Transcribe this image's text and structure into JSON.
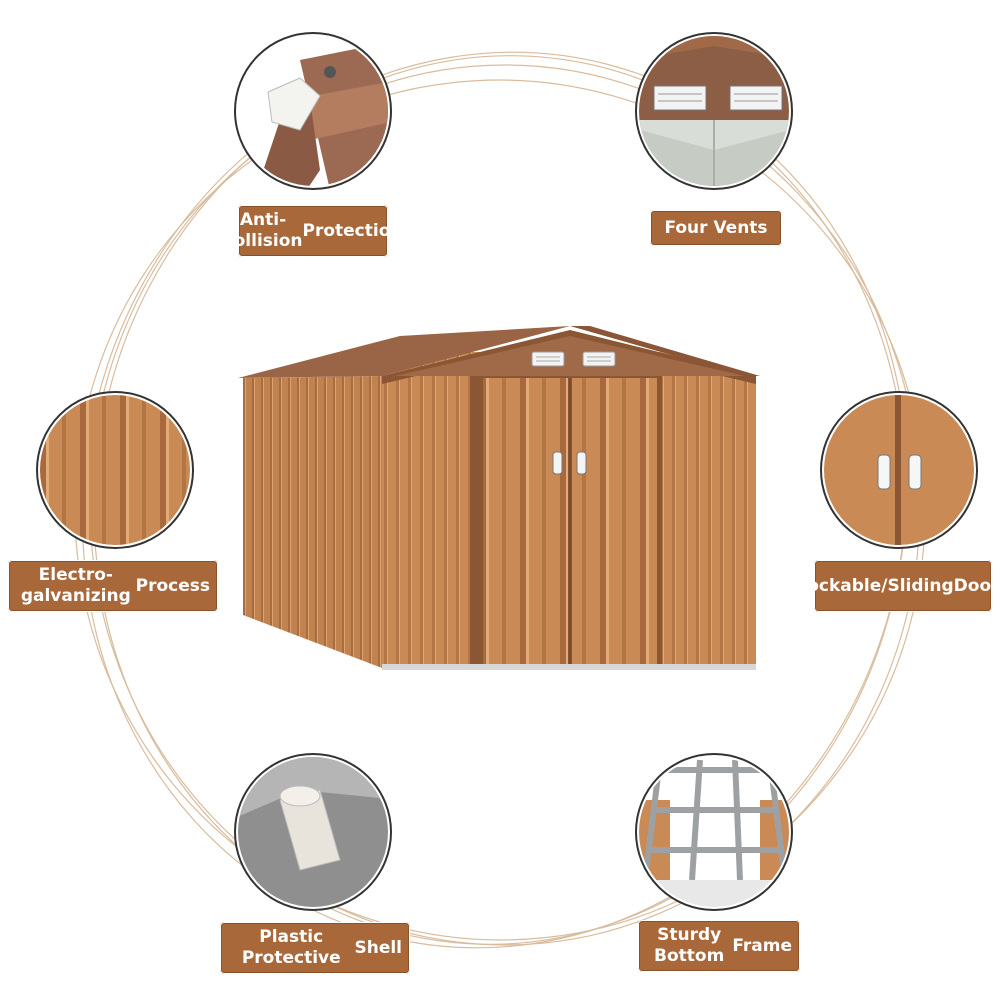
{
  "colors": {
    "label_bg": "#a8683a",
    "shed_body": "#c98a55",
    "shed_trim": "#8a5634",
    "roof": "#9c6a4c",
    "ring": "#d8b89a"
  },
  "features": [
    {
      "id": "anti-collision",
      "line1": "Anti-collision",
      "line2": "Protection",
      "icon": "corner-cap-icon"
    },
    {
      "id": "four-vents",
      "line1": "Four Vents",
      "line2": "",
      "icon": "vent-icon"
    },
    {
      "id": "electro-galvanizing",
      "line1": "Electro-galvanizing",
      "line2": "Process",
      "icon": "corrugated-panel-icon"
    },
    {
      "id": "lockable-doors",
      "line1": "Lockable/Sliding",
      "line2": "Doors",
      "icon": "door-handle-icon"
    },
    {
      "id": "plastic-shell",
      "line1": "Plastic Protective",
      "line2": "Shell",
      "icon": "plastic-cap-icon"
    },
    {
      "id": "sturdy-bottom",
      "line1": "Sturdy Bottom",
      "line2": "Frame",
      "icon": "floor-frame-icon"
    }
  ]
}
